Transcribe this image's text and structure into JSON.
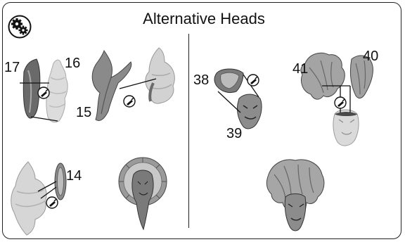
{
  "title": "Alternative Heads",
  "part_numbers": {
    "p17": "17",
    "p16": "16",
    "p15": "15",
    "p14": "14",
    "p38": "38",
    "p39": "39",
    "p41": "41",
    "p40": "40"
  },
  "icons": {
    "settings": "gears-icon",
    "glue": "glue-tube-icon"
  },
  "colors": {
    "part_light": "#dcdcdc",
    "part_mid": "#9a9a9a",
    "part_dark": "#5a5a5a",
    "line": "#111111"
  }
}
